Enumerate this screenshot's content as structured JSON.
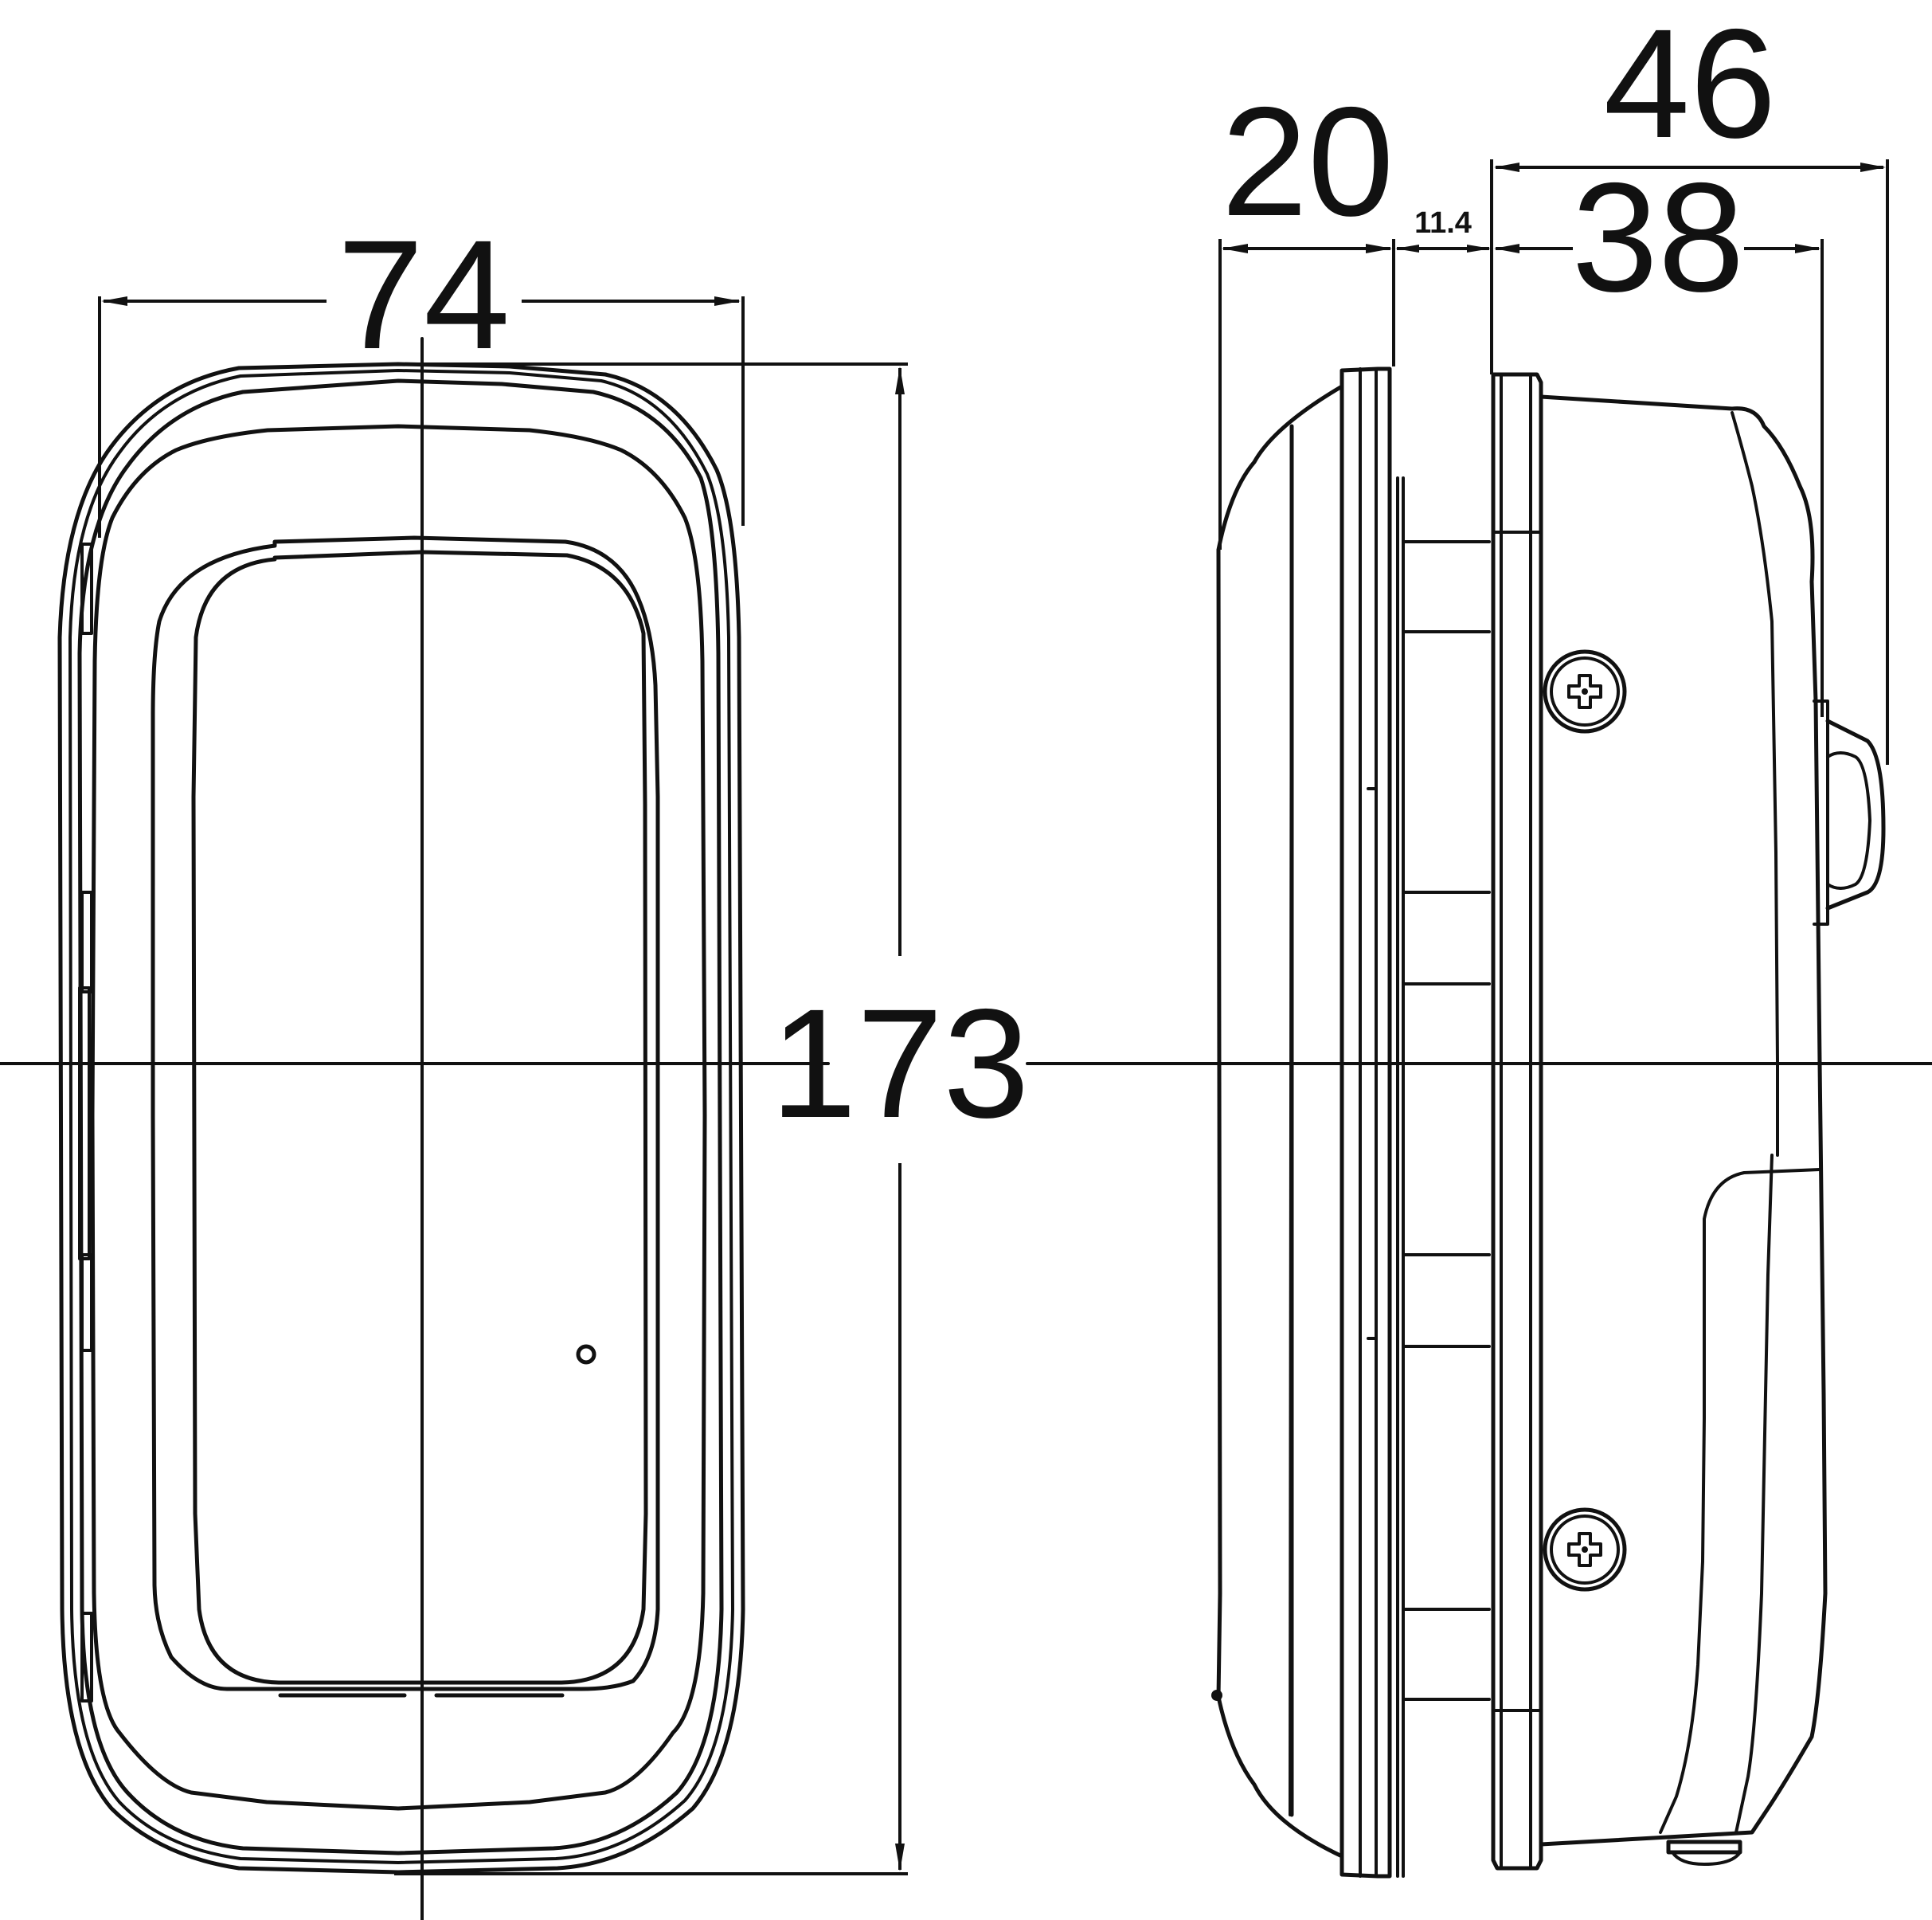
{
  "dimensions": {
    "width": "74",
    "height": "173",
    "lens_depth": "20",
    "flange": "11.4",
    "body_depth": "38",
    "total_depth": "46"
  },
  "colors": {
    "line": "#111111",
    "background": "#ffffff"
  }
}
